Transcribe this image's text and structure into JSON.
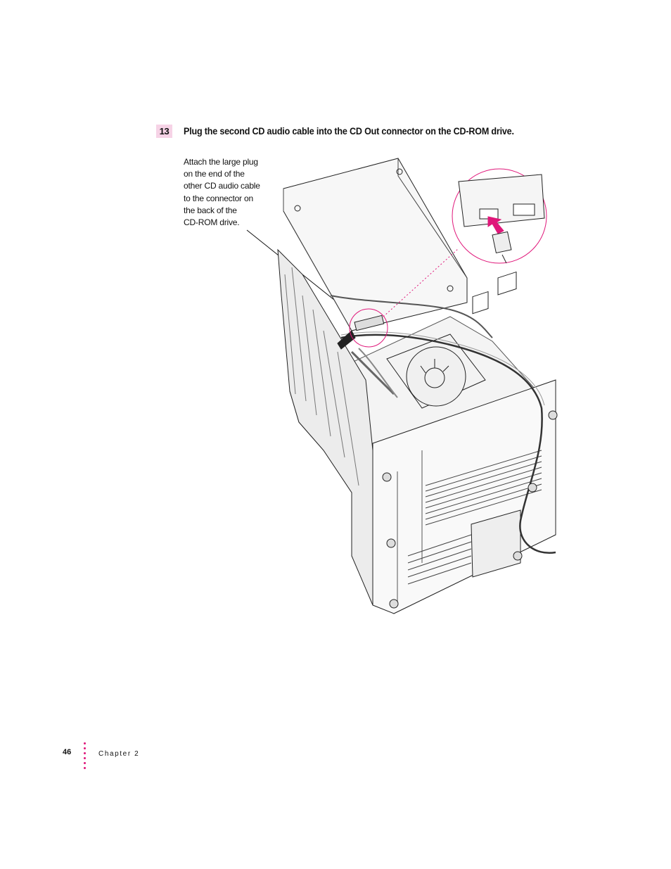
{
  "step": {
    "number": "13",
    "title": "Plug the second CD audio cable into the CD Out connector on the CD-ROM drive."
  },
  "callout": {
    "text": "Attach the large plug\non the end of the\nother CD audio cable\nto the connector on\nthe back of the\nCD-ROM drive."
  },
  "footer": {
    "page_number": "46",
    "chapter": "Chapter 2"
  },
  "colors": {
    "accent": "#e0177a",
    "step_badge": "#f6d3e6"
  }
}
